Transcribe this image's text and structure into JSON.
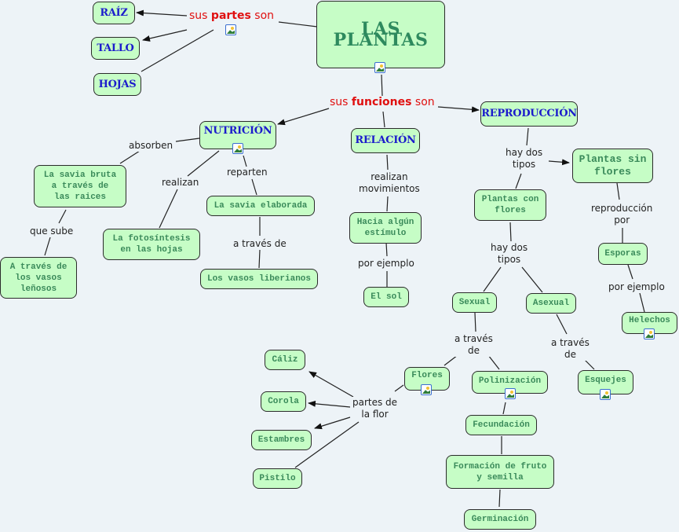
{
  "colors": {
    "background": "#edf3f7",
    "node_fill": "#c6fdc6",
    "node_border": "#2b2b2b",
    "title_text": "#2e8a5e",
    "category_text": "#1c1ccc",
    "leaf_text": "#3a8a5a",
    "highlight_text": "#e01010"
  },
  "root": {
    "label": "LAS PLANTAS"
  },
  "partes": {
    "link_prefix": "sus ",
    "link_bold": "partes",
    "link_suffix": " son",
    "items": [
      "RAÍZ",
      "TALLO",
      "HOJAS"
    ]
  },
  "funciones": {
    "link_prefix": "sus ",
    "link_bold": "funciones",
    "link_suffix": " son",
    "nutricion": {
      "label": "NUTRICIÓN",
      "absorben": "absorben",
      "savia_bruta": "La savia bruta\na través de\nlas raices",
      "que_sube": "que sube",
      "vasos_lenosos": "A través de\nlos vasos\nleñosos",
      "realizan": "realizan",
      "fotosintesis": "La fotosíntesis\nen las hojas",
      "reparten": "reparten",
      "savia_elaborada": "La savia elaborada",
      "a_traves_de": "a través de",
      "vasos_liberianos": "Los vasos liberianos"
    },
    "relacion": {
      "label": "RELACIÓN",
      "realizan_mov": "realizan\nmovimientos",
      "estimulo": "Hacia algún\nestímulo",
      "por_ejemplo": "por ejemplo",
      "sol": "El sol"
    },
    "reproduccion": {
      "label": "REPRODUCCIÓN",
      "hay_dos_tipos": "hay dos\ntipos",
      "sin_flores": "Plantas sin\nflores",
      "reproduccion_por": "reproducción\npor",
      "esporas": "Esporas",
      "por_ejemplo": "por ejemplo",
      "helechos": "Helechos",
      "con_flores": "Plantas con\nflores",
      "hay_dos_tipos_2": "hay dos\ntipos",
      "sexual": "Sexual",
      "asexual": "Asexual",
      "a_traves_de_1": "a través\nde",
      "a_traves_de_2": "a través\nde",
      "flores": "Flores",
      "polinizacion": "Polinización",
      "esquejes": "Esquejes",
      "fecundacion": "Fecundación",
      "fruto": "Formación de fruto\ny semilla",
      "germinacion": "Germinación",
      "partes_flor": "partes de\nla flor",
      "caliz": "Cáliz",
      "corola": "Corola",
      "estambres": "Estambres",
      "pistilo": "Pistilo"
    }
  },
  "icons": [
    "image-resource-icon"
  ]
}
